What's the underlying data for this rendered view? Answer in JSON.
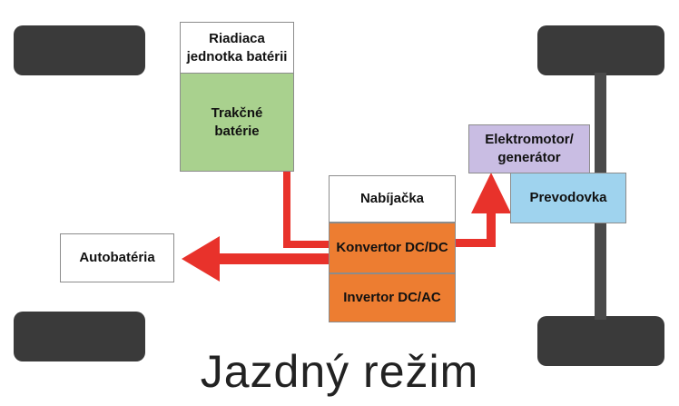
{
  "colors": {
    "battery_unit": "#ffffff",
    "traction_batteries": "#a9d18e",
    "charger": "#ffffff",
    "converter": "#ed7d31",
    "inverter": "#ed7d31",
    "motor": "#c9bde3",
    "gearbox": "#9fd3ee",
    "car_battery": "#ffffff",
    "arrow": "#e8322b",
    "wheel": "#3a3a3a"
  },
  "boxes": {
    "battery_unit": "Riadiaca\njednotka batérii",
    "traction_batteries": "Trakčné\nbatérie",
    "charger": "Nabíjačka",
    "converter": "Konvertor DC/DC",
    "inverter": "Invertor DC/AC",
    "motor": "Elektromotor/\ngenerátor",
    "gearbox": "Prevodovka",
    "car_battery": "Autobatéria"
  },
  "title": "Jazdný režim"
}
